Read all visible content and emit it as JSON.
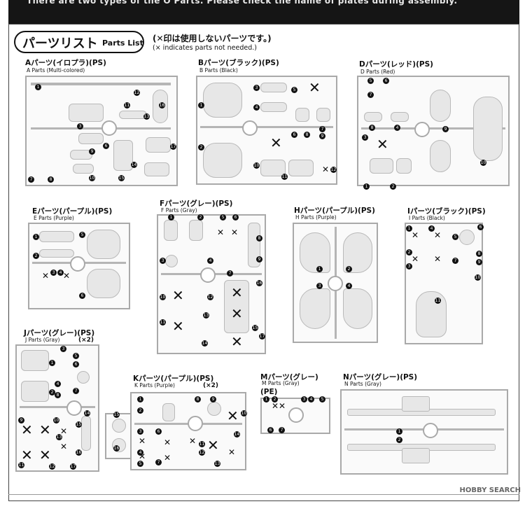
{
  "header": {
    "banner_text": "There are two types of the O Parts. Please check the name of plates during assembly.",
    "title_jp": "パーツリスト",
    "title_en": "Parts List",
    "note_jp": "(✕印は使用しないパーツです。)",
    "note_en": "(× indicates parts not needed.)"
  },
  "sprues": [
    {
      "id": "A",
      "title_jp": "Aパーツ(イロプラ)",
      "title_suffix": "(PS)",
      "subtitle": "A Parts (Multi-colored)",
      "multiplier": ""
    },
    {
      "id": "B",
      "title_jp": "Bパーツ(ブラック)",
      "title_suffix": "(PS)",
      "subtitle": "B Parts (Black)",
      "multiplier": ""
    },
    {
      "id": "D",
      "title_jp": "Dパーツ(レッド)",
      "title_suffix": "(PS)",
      "subtitle": "D Parts (Red)",
      "multiplier": ""
    },
    {
      "id": "E",
      "title_jp": "Eパーツ(パープル)",
      "title_suffix": "(PS)",
      "subtitle": "E Parts (Purple)",
      "multiplier": ""
    },
    {
      "id": "F",
      "title_jp": "Fパーツ(グレー)",
      "title_suffix": "(PS)",
      "subtitle": "F Parts (Gray)",
      "multiplier": ""
    },
    {
      "id": "H",
      "title_jp": "Hパーツ(パープル)",
      "title_suffix": "(PS)",
      "subtitle": "H Parts (Purple)",
      "multiplier": ""
    },
    {
      "id": "I",
      "title_jp": "Iパーツ(ブラック)",
      "title_suffix": "(PS)",
      "subtitle": "I Parts (Black)",
      "multiplier": ""
    },
    {
      "id": "J",
      "title_jp": "Jパーツ(グレー)",
      "title_suffix": "(PS)",
      "subtitle": "J Parts (Gray)",
      "multiplier": "(×2)"
    },
    {
      "id": "K",
      "title_jp": "Kパーツ(パープル)",
      "title_suffix": "(PS)",
      "subtitle": "K Parts (Purple)",
      "multiplier": "(×2)"
    },
    {
      "id": "M",
      "title_jp": "Mパーツ(グレー)",
      "title_suffix": "(PE)",
      "subtitle": "M Parts (Gray)",
      "multiplier": ""
    },
    {
      "id": "N",
      "title_jp": "Nパーツ(グレー)",
      "title_suffix": "(PS)",
      "subtitle": "N Parts (Gray)",
      "multiplier": ""
    }
  ],
  "watermark": "HOBBY SEARCH",
  "numbers": [
    "1",
    "2",
    "3",
    "4",
    "5",
    "6",
    "7",
    "8",
    "9",
    "10",
    "11",
    "12",
    "13",
    "14",
    "15",
    "16",
    "17"
  ]
}
